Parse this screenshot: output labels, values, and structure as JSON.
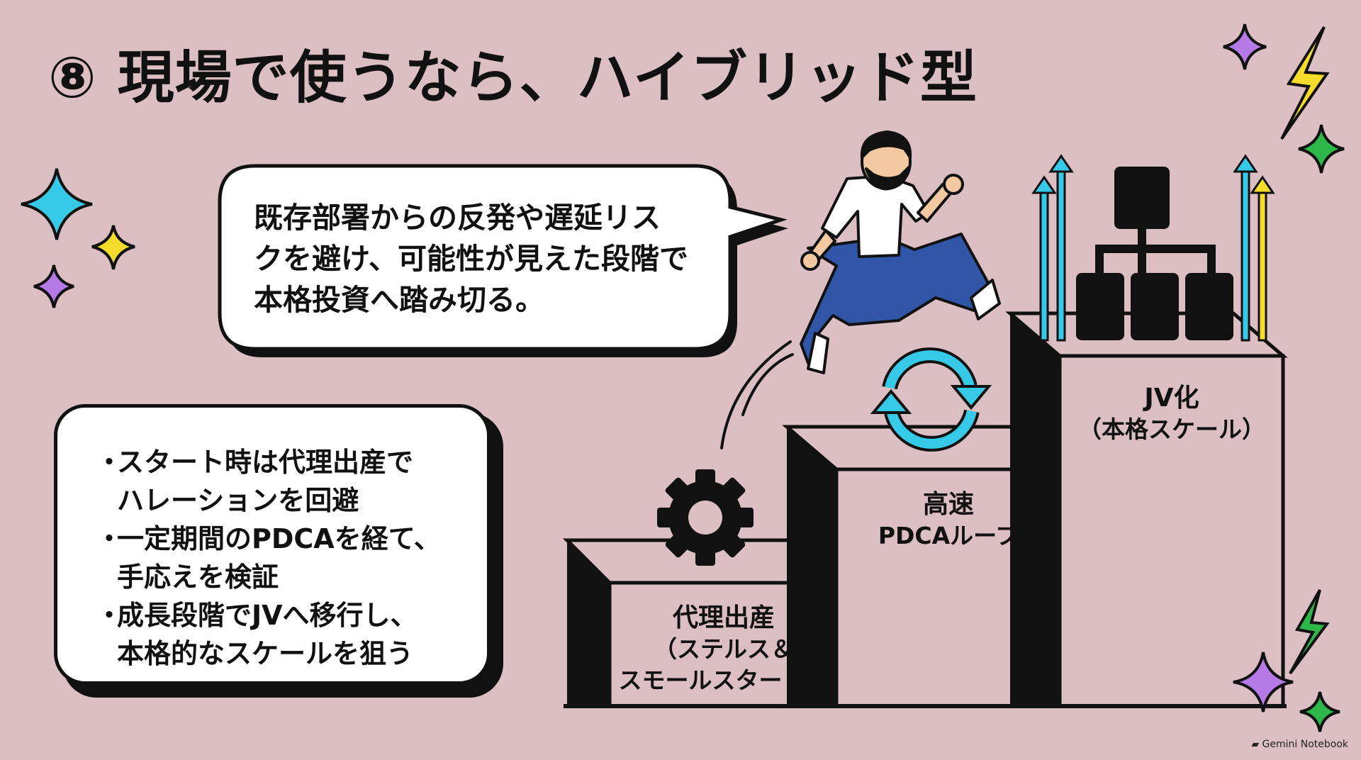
{
  "title": "⑧ 現場で使うなら、ハイブリッド型",
  "speech": {
    "lines": [
      "既存部署からの反発や遅延リス",
      "クを避け、可能性が見えた段階で",
      "本格投資へ踏み切る。"
    ]
  },
  "bullets": [
    {
      "marker": "・",
      "lines": [
        "スタート時は代理出産で",
        "ハレーションを回避"
      ]
    },
    {
      "marker": "・",
      "lines": [
        "一定期間のPDCAを経て、",
        "手応えを検証"
      ]
    },
    {
      "marker": "・",
      "lines": [
        "成長段階でJVへ移行し、",
        "本格的なスケールを狙う"
      ]
    }
  ],
  "steps": {
    "step1": {
      "title": "代理出産",
      "sub1": "（ステルス＆",
      "sub2": "スモールスタート）"
    },
    "step2": {
      "title": "高速",
      "sub1": "PDCAループ"
    },
    "step3": {
      "title": "JV化",
      "sub1": "（本格スケール）"
    }
  },
  "footer": "Gemini Notebook",
  "colors": {
    "background": "#dcbfc2",
    "cyan": "#36c9e8",
    "yellow": "#f5dc2a",
    "purple": "#b57ae6",
    "green": "#2fb84a",
    "ink": "#111111"
  }
}
